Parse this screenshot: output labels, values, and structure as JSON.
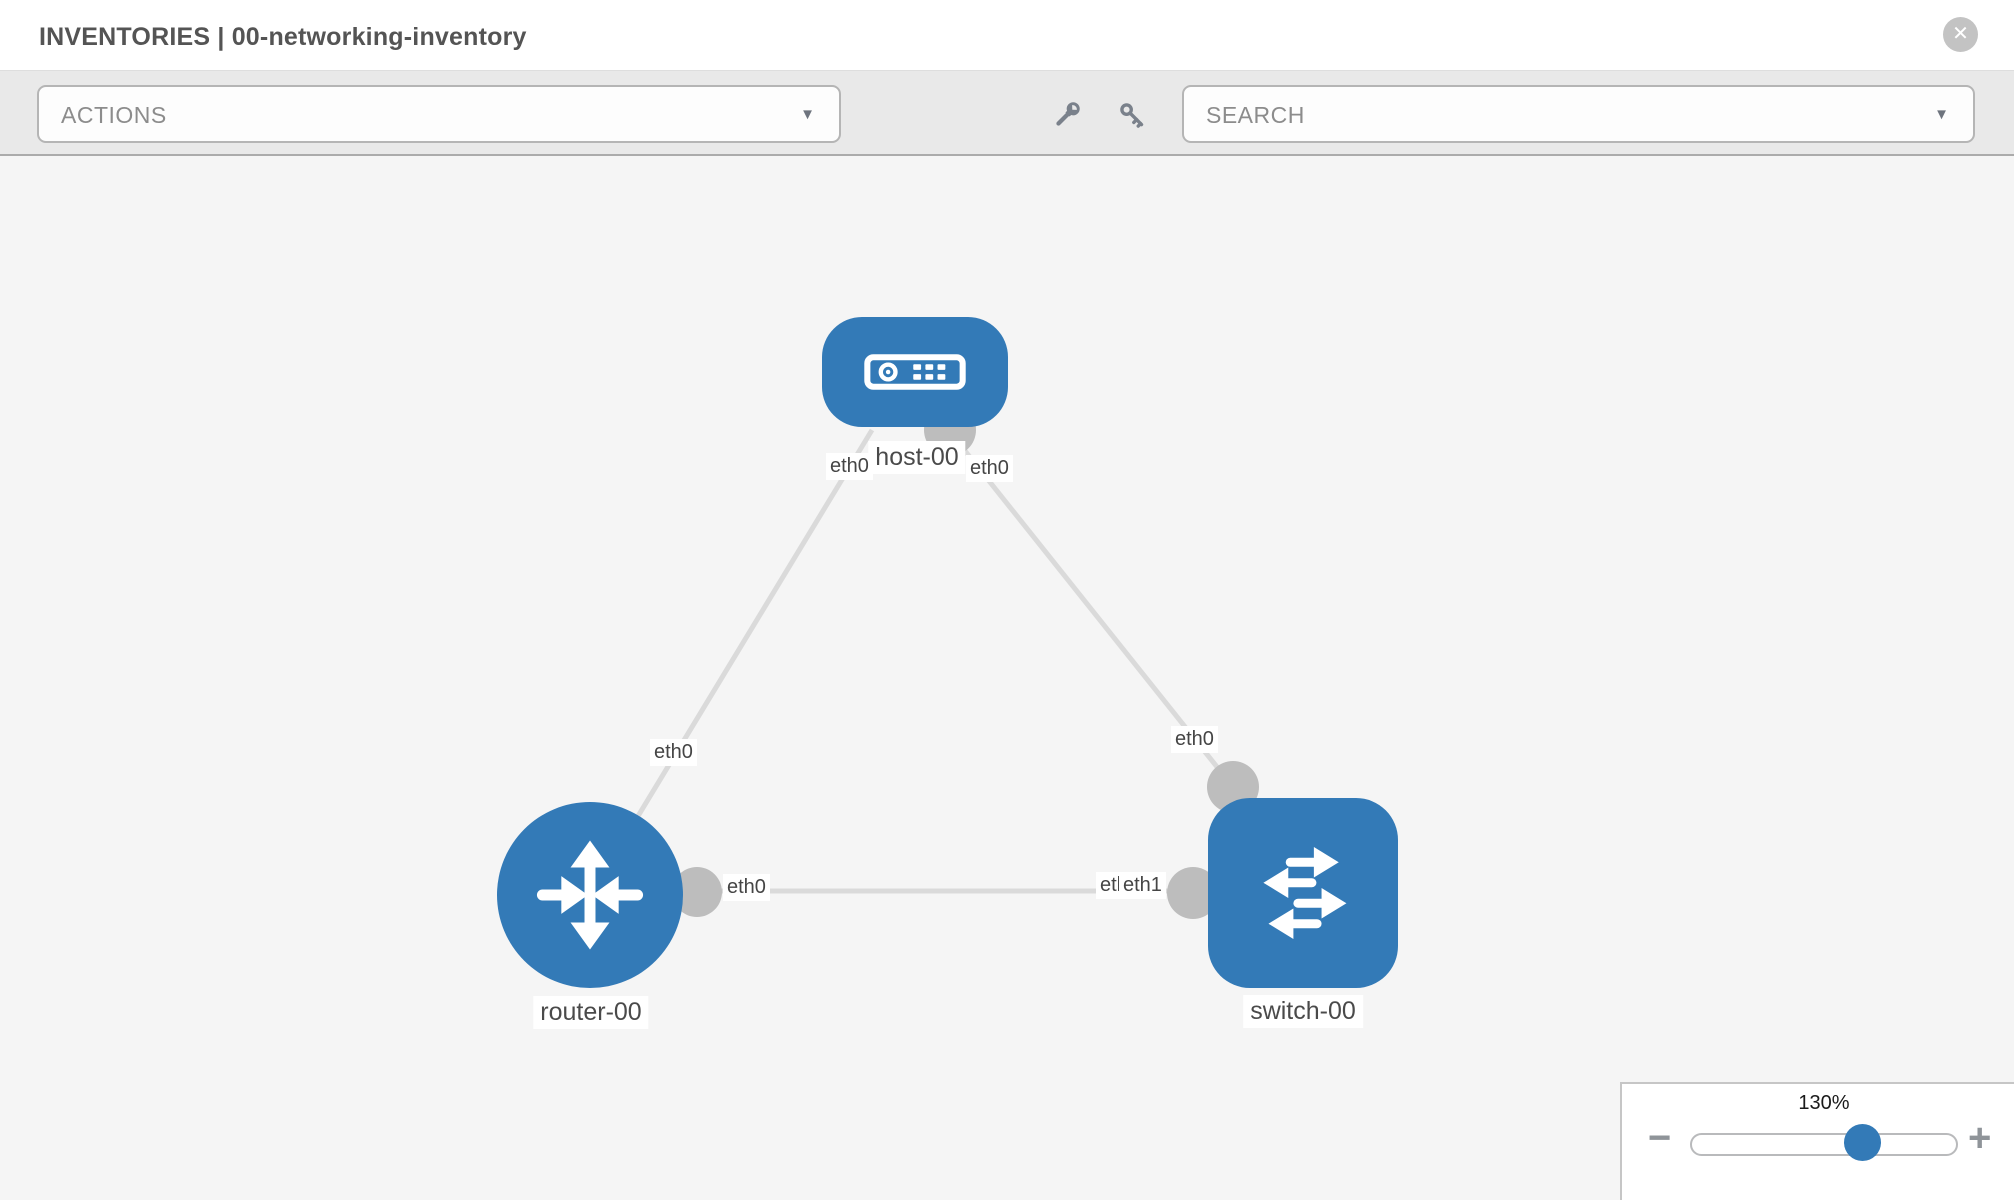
{
  "header": {
    "title": "INVENTORIES | 00-networking-inventory"
  },
  "toolbar": {
    "actions_label": "ACTIONS",
    "search_label": "SEARCH"
  },
  "icons": {
    "close_glyph": "✕",
    "chevron_glyph": "▼"
  },
  "colors": {
    "node_blue": "#337ab7",
    "link_gray": "#dadada",
    "connector_gray": "#bdbdbd",
    "toolbar_gray": "#e9e9e9",
    "canvas_gray": "#f5f5f5"
  },
  "topology": {
    "nodes": [
      {
        "id": "host-00",
        "label": "host-00",
        "type": "host"
      },
      {
        "id": "router-00",
        "label": "router-00",
        "type": "router"
      },
      {
        "id": "switch-00",
        "label": "switch-00",
        "type": "switch"
      }
    ],
    "links": [
      {
        "from": "host-00",
        "from_iface": "eth0",
        "to": "router-00",
        "to_iface": "eth0"
      },
      {
        "from": "host-00",
        "from_iface": "eth0",
        "to": "switch-00",
        "to_iface": "eth0"
      },
      {
        "from": "router-00",
        "from_iface": "eth0",
        "to": "switch-00",
        "to_iface": "eth1"
      }
    ],
    "interface_labels": [
      {
        "text": "eth0"
      },
      {
        "text": "eth0"
      },
      {
        "text": "eth0"
      },
      {
        "text": "eth0"
      },
      {
        "text": "eth0"
      },
      {
        "text": "eth0"
      },
      {
        "text": "eth1"
      }
    ]
  },
  "zoom": {
    "level": "130%",
    "minus_glyph": "−",
    "plus_glyph": "+"
  }
}
